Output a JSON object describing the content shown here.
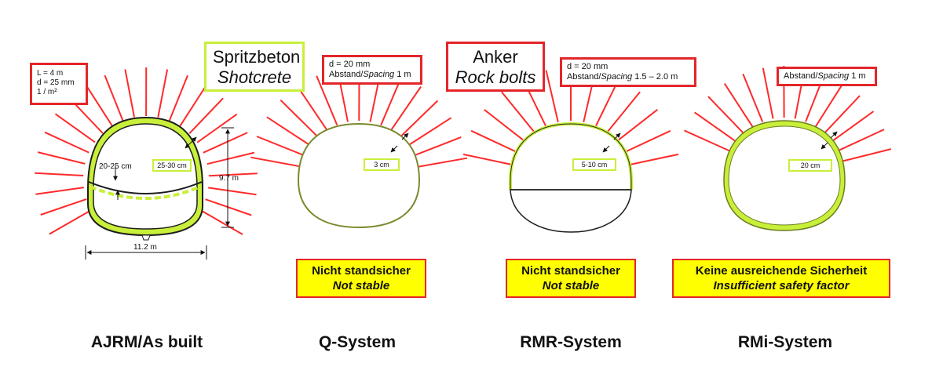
{
  "colors": {
    "bolt": "#ff2a2a",
    "shotcrete": "#c8ef3a",
    "box_red": "#e3262a",
    "status_bg": "#ffff00"
  },
  "legend": {
    "shotcrete": {
      "de": "Spritzbeton",
      "en": "Shotcrete"
    },
    "rockbolts": {
      "de": "Anker",
      "en": "Rock bolts"
    }
  },
  "ajrm": {
    "params": [
      "L = 4 m",
      "d = 25 mm",
      "1 / m²"
    ],
    "inner_lining": "20-25 cm",
    "shotcrete_thickness": "25-30 cm",
    "height": "9.7 m",
    "width": "11.2 m",
    "title": "AJRM/As built"
  },
  "q": {
    "params": {
      "d": "d = 20 mm",
      "spacing_de": "Abstand/",
      "spacing_en": "Spacing",
      "spacing_val": " 1 m"
    },
    "shotcrete_thickness": "3 cm",
    "status": {
      "de": "Nicht standsicher",
      "en": "Not stable"
    },
    "title": "Q-System"
  },
  "rmr": {
    "params": {
      "d": "d = 20 mm",
      "spacing_de": "Abstand/",
      "spacing_en": "Spacing",
      "spacing_val": " 1.5 – 2.0 m"
    },
    "shotcrete_thickness": "5-10 cm",
    "status": {
      "de": "Nicht standsicher",
      "en": "Not stable"
    },
    "title": "RMR-System"
  },
  "rmi": {
    "params": {
      "spacing_de": "Abstand/",
      "spacing_en": "Spacing",
      "spacing_val": " 1 m"
    },
    "shotcrete_thickness": "20 cm",
    "status": {
      "de": "Keine ausreichende Sicherheit",
      "en": "Insufficient safety factor"
    },
    "title": "RMi-System"
  }
}
